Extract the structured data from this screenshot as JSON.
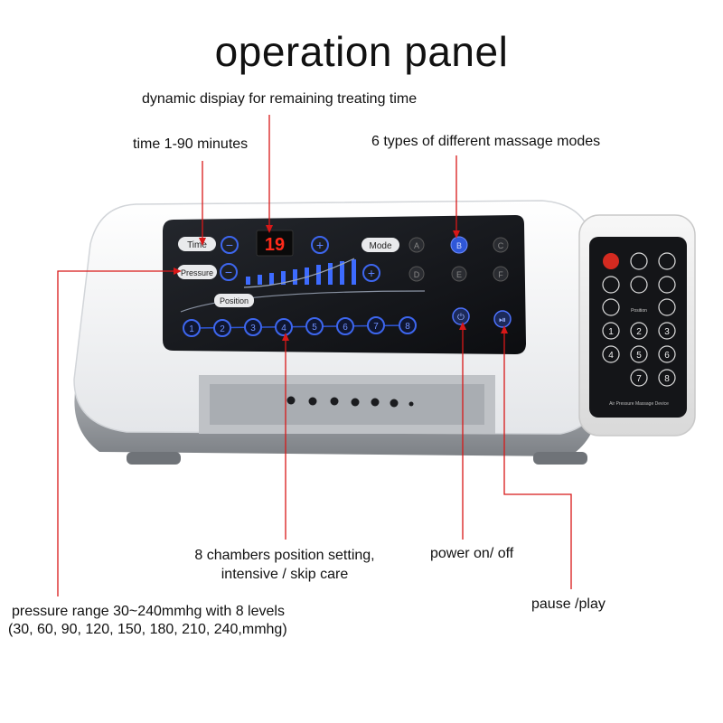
{
  "title": "operation panel",
  "annotations": {
    "dynamic_display": "dynamic dispiay for remaining treating time",
    "time_range": "time 1-90 minutes",
    "massage_modes": "6 types of different massage modes",
    "chambers_line1": "8 chambers position setting,",
    "chambers_line2": "intensive  /  skip care",
    "power": "power on/ off",
    "pressure_line1": "pressure range 30~240mmhg with 8 levels",
    "pressure_line2": "(30, 60, 90, 120, 150, 180, 210, 240,mmhg)",
    "pause": "pause /play"
  },
  "panel": {
    "time_label": "Time",
    "pressure_label": "Pressure",
    "position_label": "Position",
    "mode_label": "Mode",
    "display_value": "19",
    "minus_symbol": "−",
    "plus_symbol": "+",
    "mode_buttons": [
      "A",
      "B",
      "C",
      "D",
      "E",
      "F"
    ],
    "chamber_numbers": [
      "1",
      "2",
      "3",
      "4",
      "5",
      "6",
      "7",
      "8"
    ],
    "power_symbol": "⏻",
    "pause_symbol": "⏯"
  },
  "remote": {
    "brand_text": "Air Pressure Massage Device",
    "position_text": "Position",
    "numbers": [
      "1",
      "2",
      "3",
      "4",
      "5",
      "6",
      "7",
      "8"
    ]
  },
  "colors": {
    "panel_black": "#121418",
    "panel_blue": "#2f57d8",
    "led_red": "#ff2a1a",
    "annotation_red": "#d81818",
    "body_white": "#f4f5f7",
    "body_gray": "#8c9095"
  }
}
